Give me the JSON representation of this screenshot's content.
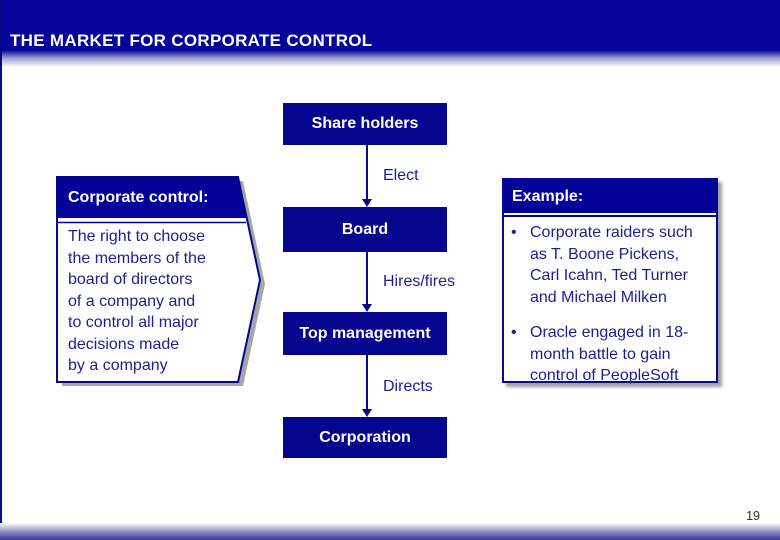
{
  "slide": {
    "title": "THE MARKET FOR CORPORATE CONTROL",
    "page_number": "19"
  },
  "colors": {
    "band_blue": "#04049A",
    "box_blue": "#05058E",
    "line_navy": "#07078C",
    "text_navy": "#1E1E8F",
    "shadow_gray": "#A0A0A0",
    "footer_blue": "#3D3D97",
    "title_text": "#FFFFFF"
  },
  "diagram": {
    "nodes": [
      {
        "id": "share-holders",
        "label": "Share holders"
      },
      {
        "id": "board",
        "label": "Board"
      },
      {
        "id": "top-management",
        "label": "Top management"
      },
      {
        "id": "corporation",
        "label": "Corporation"
      }
    ],
    "edges": [
      {
        "from": "share-holders",
        "to": "board",
        "label": "Elect"
      },
      {
        "from": "board",
        "to": "top-management",
        "label": "Hires/fires"
      },
      {
        "from": "top-management",
        "to": "corporation",
        "label": "Directs"
      }
    ]
  },
  "corporate_control_panel": {
    "header": "Corporate control:",
    "body": "The right to choose\nthe members of the\nboard of directors\nof a company and\nto control all major\ndecisions made\nby a company"
  },
  "example_panel": {
    "header": "Example:",
    "bullet_char": "•",
    "bullets": [
      "Corporate raiders such as T. Boone Pickens, Carl Icahn, Ted Turner and Michael Milken",
      "Oracle engaged in 18-month battle to gain control of PeopleSoft"
    ]
  }
}
